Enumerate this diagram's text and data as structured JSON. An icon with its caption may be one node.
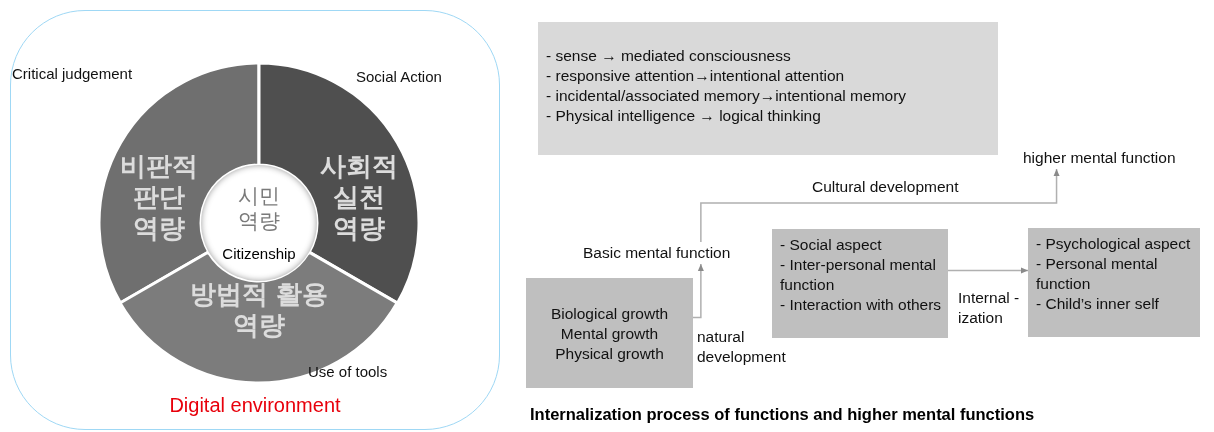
{
  "diagram": {
    "caption": "Internalization process of functions and higher mental functions",
    "nodes": [
      {
        "text": [
          "Digital environment"
        ]
      },
      {
        "text": [
          "비판적 판단 역량"
        ],
        "in": 0,
        "beside": [
          "Critical judgement"
        ]
      },
      {
        "text": [
          "사회적 실천 역량"
        ],
        "in": 0,
        "beside": [
          "Social Action"
        ]
      },
      {
        "text": [
          "방법적 활용 역량"
        ],
        "in": 0,
        "beside": [
          "Use of tools"
        ]
      },
      {
        "text": [
          "시민 역량",
          "Citizenship"
        ],
        "in": 0
      },
      {
        "text": [
          "- sense → mediated consciousness",
          "- responsive attention→intentional attention",
          "- incidental/associated memory→intentional memory",
          "- Physical intelligence → logical thinking"
        ]
      },
      {
        "text": [
          "Biological growth",
          "Mental growth",
          "Physical growth"
        ]
      },
      {
        "text": [
          "Basic mental function"
        ]
      },
      {
        "text": [
          "higher mental function"
        ]
      },
      {
        "text": [
          "- Social aspect",
          "- Inter-personal mental function",
          "- Interaction with others"
        ]
      },
      {
        "text": [
          "- Psychological aspect",
          "- Personal mental function",
          "- Child’s inner self"
        ]
      }
    ],
    "edges": [
      {
        "from": 6,
        "to": 7,
        "arrow": "to",
        "label": "natural development"
      },
      {
        "from": 7,
        "to": 8,
        "arrow": "to",
        "label": "Cultural development"
      },
      {
        "from": 9,
        "to": 10,
        "arrow": "to",
        "label": "Internal -ization"
      }
    ]
  }
}
